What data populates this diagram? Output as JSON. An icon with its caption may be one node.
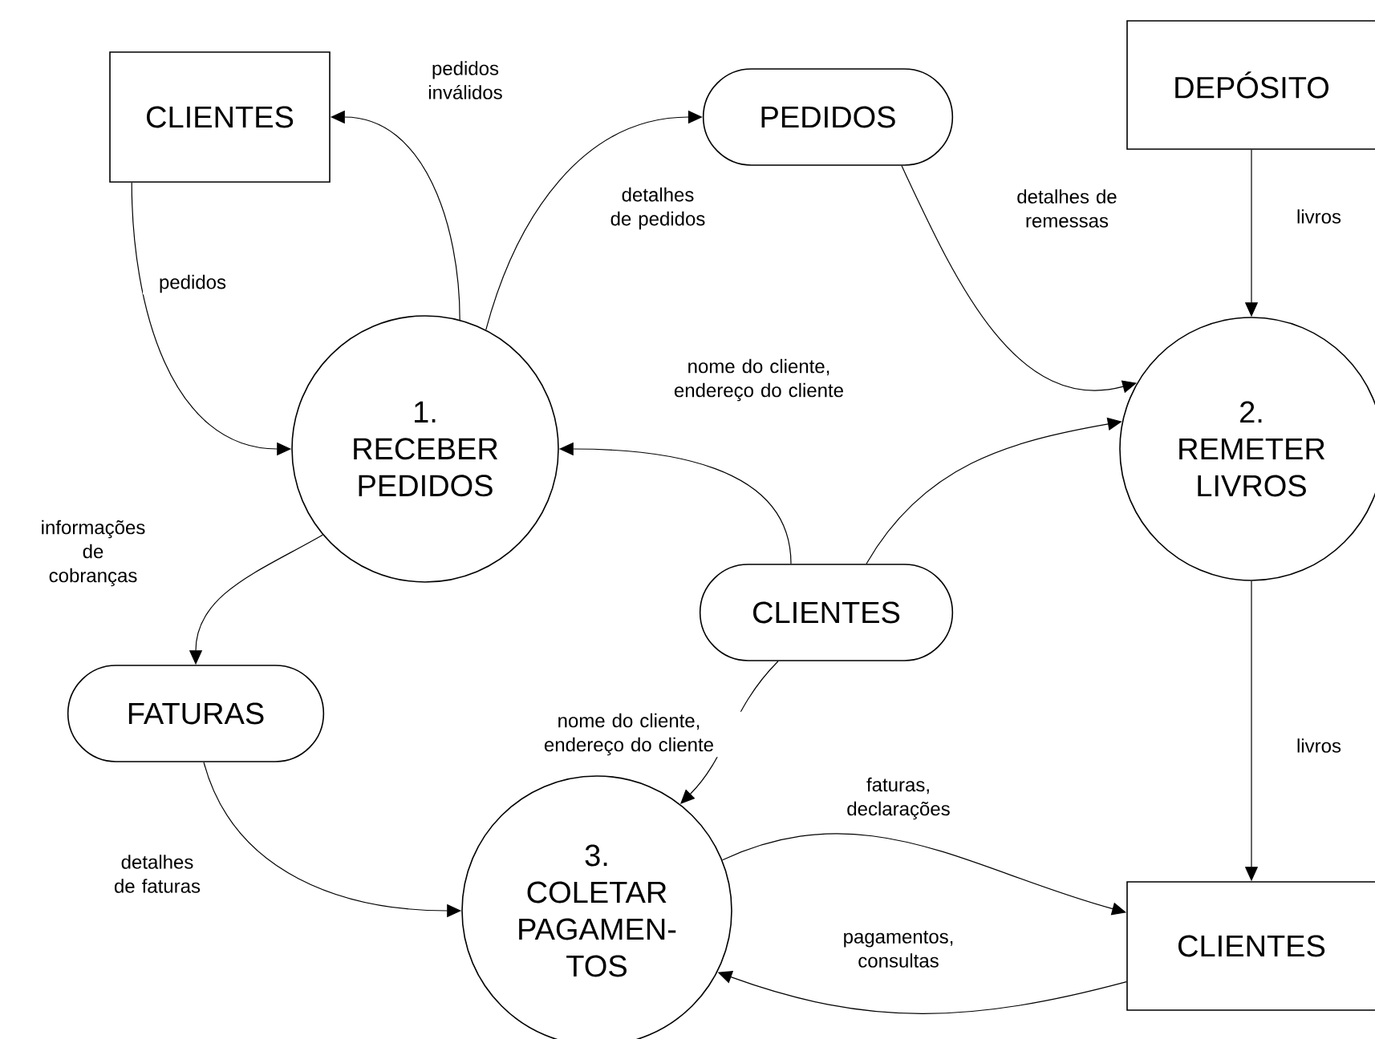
{
  "diagram": {
    "nodes": [
      {
        "text": [
          "CLIENTES"
        ]
      },
      {
        "text": [
          "PEDIDOS"
        ]
      },
      {
        "text": [
          "DEPÓSITO"
        ]
      },
      {
        "text": [
          "1.",
          "RECEBER PEDIDOS"
        ]
      },
      {
        "text": [
          "2.",
          "REMETER LIVROS"
        ]
      },
      {
        "text": [
          "CLIENTES"
        ]
      },
      {
        "text": [
          "FATURAS"
        ]
      },
      {
        "text": [
          "3.",
          "COLETAR PAGAMEN- TOS"
        ]
      },
      {
        "text": [
          "CLIENTES"
        ]
      }
    ],
    "edges": [
      {
        "from": 0,
        "to": 3,
        "arrow": "to",
        "label": "pedidos"
      },
      {
        "from": 3,
        "to": 0,
        "arrow": "to",
        "label": "pedidos inválidos"
      },
      {
        "from": 3,
        "to": 1,
        "arrow": "to",
        "label": "detalhes de pedidos"
      },
      {
        "from": 1,
        "to": 4,
        "arrow": "to",
        "label": "detalhes de remessas"
      },
      {
        "from": 2,
        "to": 4,
        "arrow": "to",
        "label": "livros"
      },
      {
        "from": 5,
        "to": 3,
        "arrow": "to",
        "label": "nome do cliente, endereço do cliente"
      },
      {
        "from": 5,
        "to": 4,
        "arrow": "to"
      },
      {
        "from": 3,
        "to": 6,
        "arrow": "to",
        "label": "informações de cobranças"
      },
      {
        "from": 6,
        "to": 7,
        "arrow": "to",
        "label": "detalhes de faturas"
      },
      {
        "from": 5,
        "to": 7,
        "arrow": "to",
        "label": "nome do cliente, endereço do cliente"
      },
      {
        "from": 4,
        "to": 8,
        "arrow": "to",
        "label": "livros"
      },
      {
        "from": 7,
        "to": 8,
        "arrow": "to",
        "label": "faturas, declarações"
      },
      {
        "from": 8,
        "to": 7,
        "arrow": "to",
        "label": "pagamentos, consultas"
      }
    ]
  }
}
